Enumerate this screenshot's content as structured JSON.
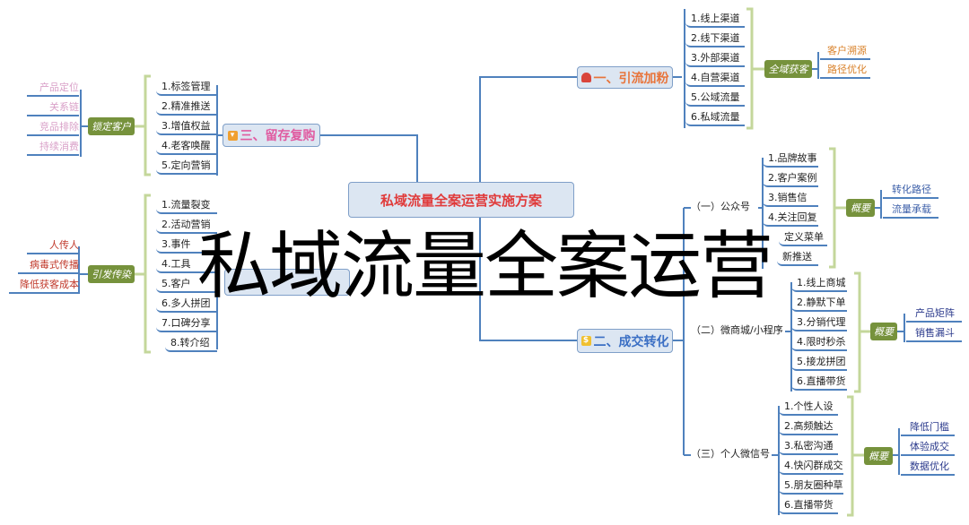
{
  "center": "私域流量全案运营实施方案",
  "overlay": "私域流量全案运营",
  "branch1": {
    "title": "一、引流加粉",
    "icon": "person-icon",
    "items": [
      "1.线上渠道",
      "2.线下渠道",
      "3.外部渠道",
      "4.自营渠道",
      "5.公域流量",
      "6.私域流量"
    ],
    "tag": "全域获客",
    "subs": [
      "客户溯源",
      "路径优化"
    ]
  },
  "branch2": {
    "title": "二、成交转化",
    "icon": "dollar-icon",
    "groups": [
      {
        "label": "（一）公众号",
        "items": [
          "1.品牌故事",
          "2.客户案例",
          "3.销售信",
          "4.关注回复",
          "定义菜单",
          "新推送"
        ],
        "tag": "概要",
        "subs": [
          "转化路径",
          "流量承载"
        ]
      },
      {
        "label": "（二）微商城/小程序",
        "items": [
          "1.线上商城",
          "2.静默下单",
          "3.分销代理",
          "4.限时秒杀",
          "5.接龙拼团",
          "6.直播带货"
        ],
        "tag": "概要",
        "subs": [
          "产品矩阵",
          "销售漏斗"
        ]
      },
      {
        "label": "（三）个人微信号",
        "items": [
          "1.个性人设",
          "2.高频触达",
          "3.私密沟通",
          "4.快闪群成交",
          "5.朋友圈种草",
          "6.直播带货"
        ],
        "tag": "概要",
        "subs": [
          "降低门槛",
          "体验成交",
          "数据优化"
        ]
      }
    ]
  },
  "branch3": {
    "title": "三、留存复购",
    "icon": "cart-icon",
    "items": [
      "1.标签管理",
      "2.精准推送",
      "3.增值权益",
      "4.老客唤醒",
      "5.定向营销"
    ],
    "tag": "锁定客户",
    "subs": [
      "产品定位",
      "关系链",
      "竞品排除",
      "持续消费"
    ]
  },
  "branch4": {
    "items": [
      "1.流量裂变",
      "2.活动营销",
      "3.事件",
      "4.工具",
      "5.客户",
      "6.多人拼团",
      "7.口碑分享",
      "8.转介绍"
    ],
    "tag": "引发传染",
    "subs": [
      "人传人",
      "病毒式传播",
      "降低获客成本"
    ]
  },
  "colors": {
    "branch1": "#e8743b",
    "branch2": "#3b6fc4",
    "branch3": "#e05aa0",
    "tag": "#76923c",
    "sub1": "#d9822b",
    "sub3": "#d9a0c8",
    "sub4": "#c0392b",
    "subblue": "#3b5ea8",
    "subdark": "#2b3a8c"
  }
}
